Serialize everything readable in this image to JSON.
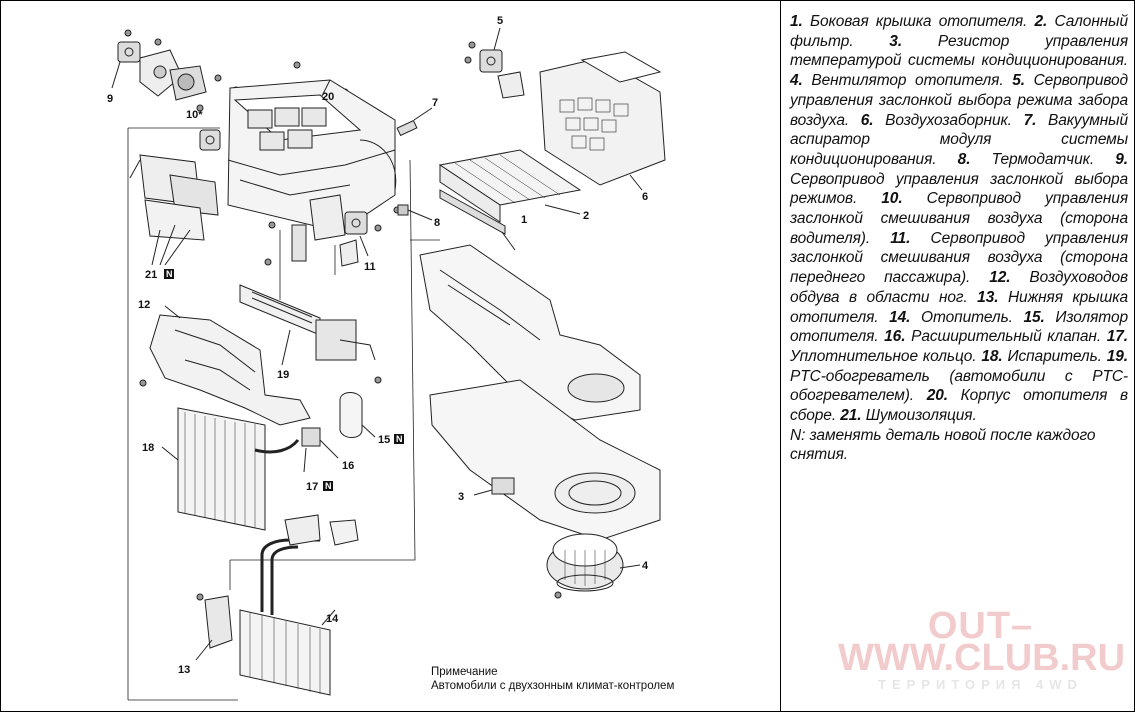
{
  "callouts": [
    "1",
    "2",
    "3",
    "4",
    "5",
    "6",
    "7",
    "8",
    "9",
    "10*",
    "11",
    "12",
    "13",
    "14",
    "15",
    "16",
    "17",
    "18",
    "19",
    "20",
    "21"
  ],
  "n_badge": "N",
  "note": {
    "title": "Примечание",
    "text": "Автомобили с двухзонным климат-контролем"
  },
  "legend": [
    {
      "num": "1.",
      "text": " Боковая крышка отопителя. "
    },
    {
      "num": "2.",
      "text": " Салонный фильтр. "
    },
    {
      "num": "3.",
      "text": " Резистор управления температурой системы кондиционирования. "
    },
    {
      "num": "4.",
      "text": " Вентилятор отопителя. "
    },
    {
      "num": "5.",
      "text": " Сервопривод управления заслонкой выбора режима забора воздуха. "
    },
    {
      "num": "6.",
      "text": " Воздухозаборник. "
    },
    {
      "num": "7.",
      "text": " Вакуумный аспиратор модуля системы кондиционирования. "
    },
    {
      "num": "8.",
      "text": " Термодатчик. "
    },
    {
      "num": "9.",
      "text": " Сервопривод управления заслонкой выбора режимов. "
    },
    {
      "num": "10.",
      "text": " Сервопривод управления заслонкой смешивания воздуха (сторона водителя). "
    },
    {
      "num": "11.",
      "text": " Сервопривод управления заслонкой смешивания воздуха (сторона переднего пассажира). "
    },
    {
      "num": "12.",
      "text": " Воздуховодов обдува в области ног. "
    },
    {
      "num": "13.",
      "text": " Нижняя крышка отопителя. "
    },
    {
      "num": "14.",
      "text": " Отопитель. "
    },
    {
      "num": "15.",
      "text": " Изолятор отопителя. "
    },
    {
      "num": "16.",
      "text": " Расширительный клапан. "
    },
    {
      "num": "17.",
      "text": " Уплотнительное кольцо. "
    },
    {
      "num": "18.",
      "text": " Испаритель. "
    },
    {
      "num": "19.",
      "text": " PTC-обогреватель (автомобили с PTC-обогревателем). "
    },
    {
      "num": "20.",
      "text": " Корпус отопителя в сборе. "
    },
    {
      "num": "21.",
      "text": " Шумоизоляция."
    }
  ],
  "legend_note": "N: заменять деталь новой после каждого снятия.",
  "watermark": {
    "line1": "OUT–",
    "line2": "WWW.CLUB.RU",
    "line3": "ТЕРРИТОРИЯ 4WD"
  }
}
